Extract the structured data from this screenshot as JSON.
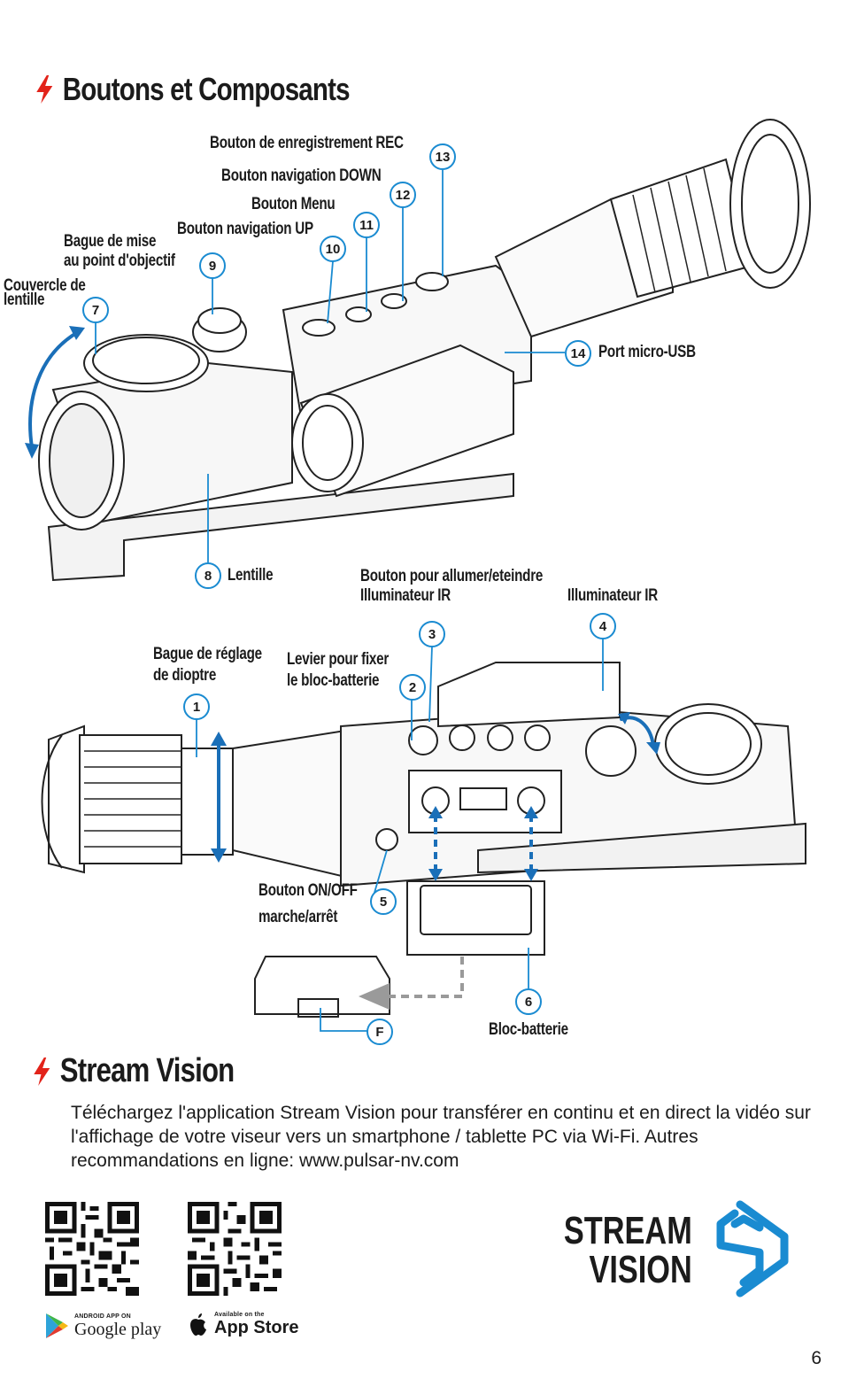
{
  "section1": {
    "title": "Boutons et Composants",
    "labels": {
      "rec": "Bouton de enregistrement REC",
      "down": "Bouton navigation DOWN",
      "menu": "Bouton Menu",
      "up": "Bouton navigation UP",
      "focus_l1": "Bague de mise",
      "focus_l2": "au point d'objectif",
      "cover_l1": "Couvercle de",
      "cover_l2": "lentille",
      "usb": "Port micro-USB",
      "lens": "Lentille",
      "ir_btn_l1": "Bouton pour allumer/eteindre",
      "ir_btn_l2": "Illuminateur IR",
      "ir": "Illuminateur IR",
      "diopter_l1": "Bague de réglage",
      "diopter_l2": "de dioptre",
      "lever_l1": "Levier pour fixer",
      "lever_l2": "le bloc-batterie",
      "onoff_l1": "Bouton ON/OFF",
      "onoff_l2": "marche/arrêt",
      "battery": "Bloc-batterie"
    },
    "badges": {
      "b1": "1",
      "b2": "2",
      "b3": "3",
      "b4": "4",
      "b5": "5",
      "b6": "6",
      "b7": "7",
      "b8": "8",
      "b9": "9",
      "b10": "10",
      "b11": "11",
      "b12": "12",
      "b13": "13",
      "b14": "14",
      "bF": "F"
    }
  },
  "section2": {
    "title": "Stream Vision",
    "paragraph": "Téléchargez l'application Stream Vision pour transférer en continu et en direct la vidéo sur l'affichage de votre viseur vers un smartphone / tablette PC via Wi-Fi. Autres recommandations en ligne: www.pulsar-nv.com"
  },
  "stores": {
    "google_small": "ANDROID APP ON",
    "google_big": "Google play",
    "apple_small": "Available on the",
    "apple_big": "App Store"
  },
  "logo": {
    "line1": "STREAM",
    "line2": "VISION"
  },
  "page_number": "6",
  "colors": {
    "accent_blue": "#1a8bd1",
    "bolt_red": "#e2231a",
    "ink": "#1b1b1b"
  },
  "icons": [
    "lightning-bolt-icon",
    "qr-code-icon",
    "google-play-icon",
    "apple-icon",
    "stream-vision-logo-icon"
  ]
}
